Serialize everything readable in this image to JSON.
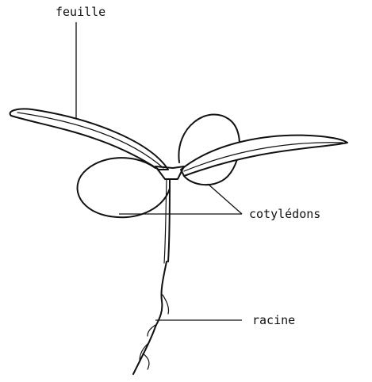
{
  "labels": {
    "leaf": "feuille",
    "cotyledons": "cotylédons",
    "root": "racine"
  },
  "colors": {
    "ink": "#111111",
    "background": "#ffffff"
  }
}
